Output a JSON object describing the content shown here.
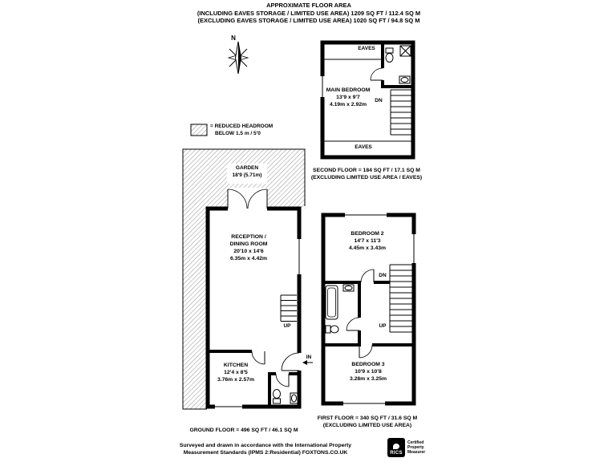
{
  "header": {
    "title": "APPROXIMATE FLOOR AREA",
    "including": "(INCLUDING EAVES STORAGE / LIMITED USE AREA) 1209 SQ FT / 112.4 SQ M",
    "excluding": "(EXCLUDING EAVES STORAGE / LIMITED USE AREA) 1020 SQ FT / 94.8 SQ M"
  },
  "compass": {
    "north": "N"
  },
  "legend": {
    "line1": "= REDUCED HEADROOM",
    "line2": "BELOW 1.5 m / 5'0"
  },
  "second_floor": {
    "eaves_top": "EAVES",
    "eaves_bottom": "EAVES",
    "main_bedroom": {
      "name": "MAIN BEDROOM",
      "imperial": "13'9 x 9'7",
      "metric": "4.19m x 2.92m"
    },
    "down": "DN",
    "area": "SECOND FLOOR = 184 SQ FT / 17.1 SQ M",
    "area_note": "(EXCLUDING LIMITED USE AREA / EAVES)"
  },
  "ground_floor": {
    "garden": {
      "name": "GARDEN",
      "size": "18'9 (5.71m)"
    },
    "reception": {
      "name_line1": "RECEPTION /",
      "name_line2": "DINING ROOM",
      "imperial": "20'10 x 14'6",
      "metric": "6.35m x 4.42m"
    },
    "kitchen": {
      "name": "KITCHEN",
      "imperial": "12'4 x 8'5",
      "metric": "3.76m x 2.57m"
    },
    "up": "UP",
    "entrance": "IN",
    "area": "GROUND FLOOR = 496 SQ FT / 46.1 SQ M"
  },
  "first_floor": {
    "bedroom2": {
      "name": "BEDROOM 2",
      "imperial": "14'7 x 11'3",
      "metric": "4.45m x 3.43m"
    },
    "bedroom3": {
      "name": "BEDROOM 3",
      "imperial": "10'9 x 10'8",
      "metric": "3.28m x 3.25m"
    },
    "down": "DN",
    "up": "UP",
    "area": "FIRST FLOOR = 340 SQ FT / 31.6 SQ M",
    "area_note": "(EXCLUDING LIMITED USE AREA)"
  },
  "footer": {
    "line1": "Surveyed and drawn in accordance with the International Property",
    "line2": "Measurement Standards (IPMS 2:Residential) FOXTONS.CO.UK",
    "rics_brand": "RICS",
    "cert_line1": "Certified",
    "cert_line2": "Property",
    "cert_line3": "Measurer"
  },
  "colors": {
    "wall": "#000000",
    "hatch": "#9a9a9a"
  }
}
